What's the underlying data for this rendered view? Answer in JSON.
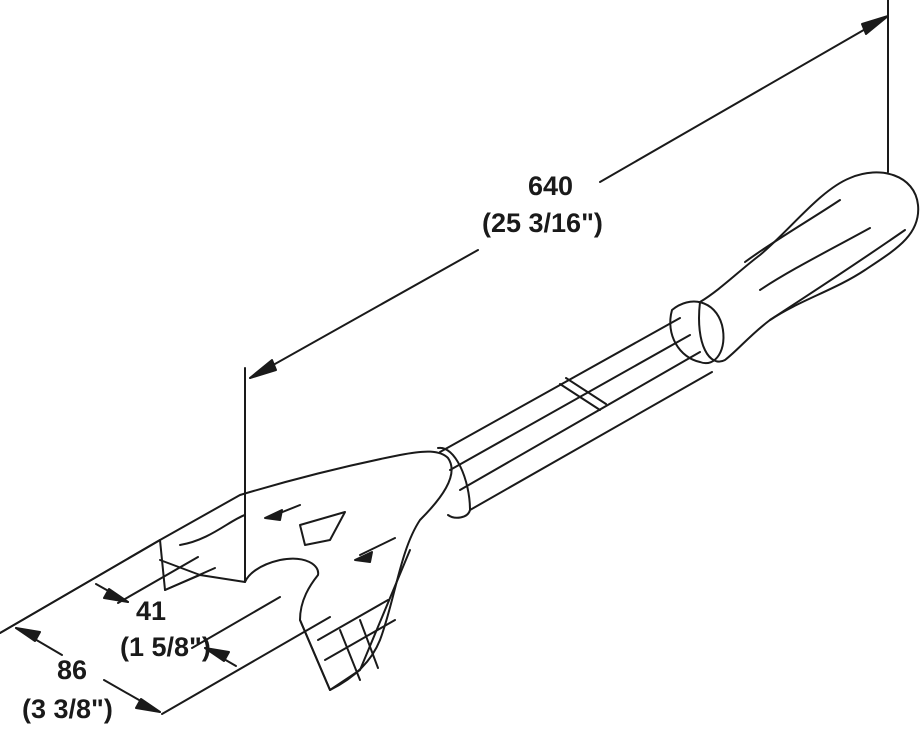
{
  "dimensions": {
    "length": {
      "mm": "640",
      "inch": "(25 3/16\")"
    },
    "opening": {
      "mm": "41",
      "inch": "(1 5/8\")"
    },
    "width": {
      "mm": "86",
      "inch": "(3 3/8\")"
    }
  },
  "colors": {
    "line": "#1a1a1a",
    "background": "#ffffff"
  }
}
